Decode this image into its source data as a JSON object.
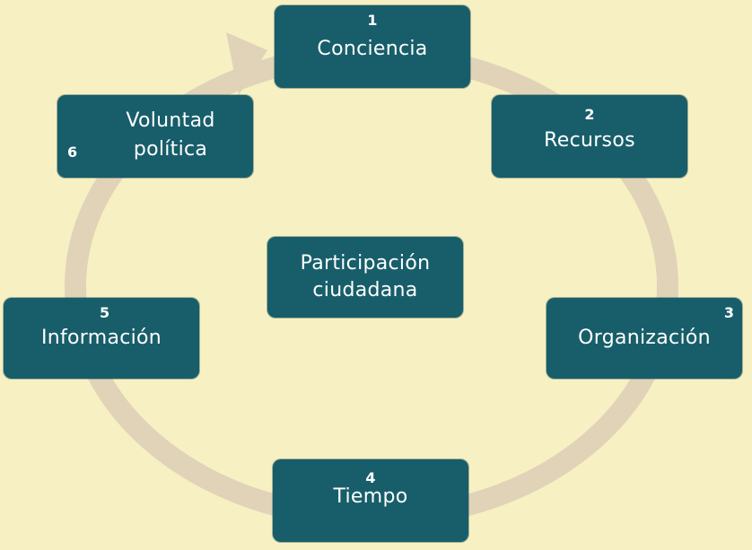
{
  "diagram": {
    "center": {
      "line1": "Participación",
      "line2": "ciudadana"
    },
    "steps": [
      {
        "number": "1",
        "label": "Conciencia"
      },
      {
        "number": "2",
        "label": "Recursos"
      },
      {
        "number": "3",
        "label": "Organización"
      },
      {
        "number": "4",
        "label": "Tiempo"
      },
      {
        "number": "5",
        "label": "Información"
      },
      {
        "number": "6",
        "line1": "Voluntad",
        "line2": "política"
      }
    ]
  },
  "colors": {
    "background": "#f7f0c2",
    "node_fill": "#175e6a",
    "node_text": "#ffffff",
    "ring": "#e0d3b8"
  }
}
